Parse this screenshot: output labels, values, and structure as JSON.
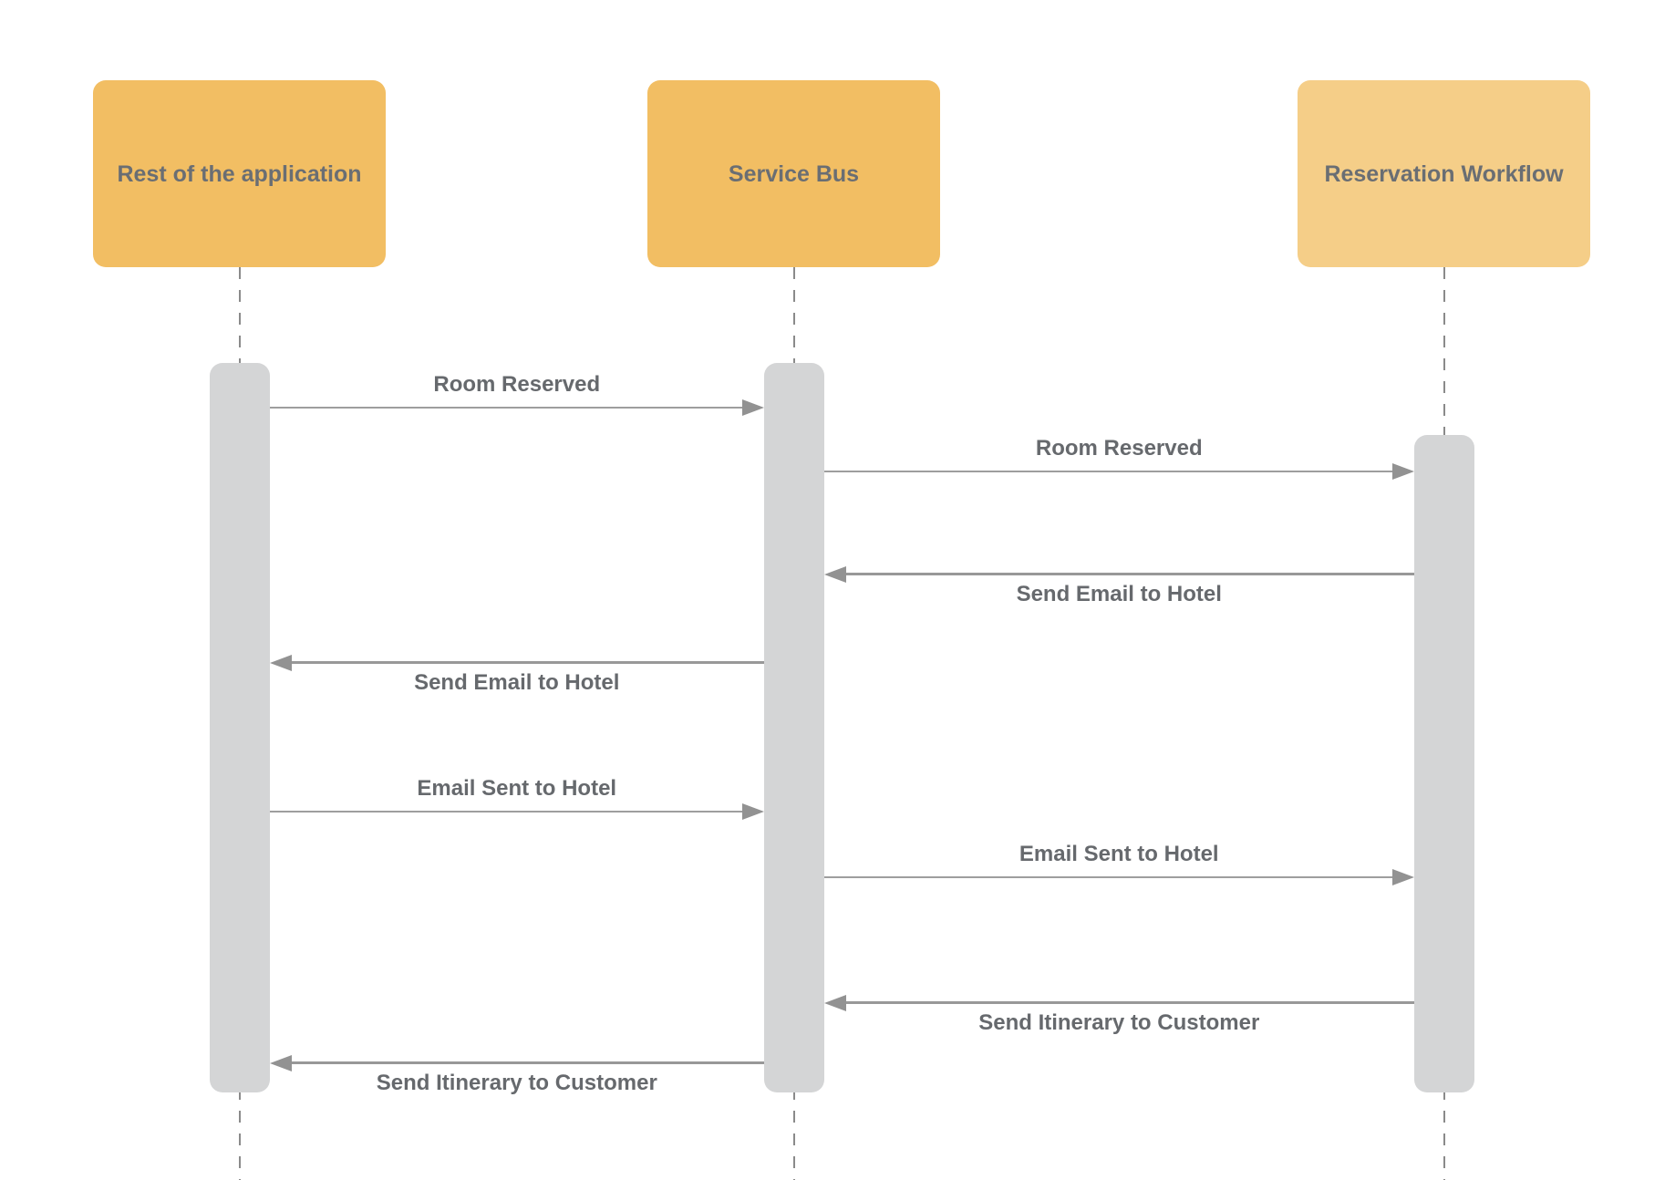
{
  "diagram": {
    "kind": "uml-sequence-diagram",
    "actors": [
      {
        "id": "rest-of-the-application",
        "label": "Rest of the application",
        "fill": "#f2be63"
      },
      {
        "id": "service-bus",
        "label": "Service Bus",
        "fill": "#f2be63"
      },
      {
        "id": "reservation-workflow",
        "label": "Reservation Workflow",
        "fill": "#f5ce88"
      }
    ],
    "messages": [
      {
        "label": "Room Reserved",
        "from": "Rest of the application",
        "to": "Service Bus",
        "direction": "right"
      },
      {
        "label": "Room Reserved",
        "from": "Service Bus",
        "to": "Reservation Workflow",
        "direction": "right"
      },
      {
        "label": "Send Email to Hotel",
        "from": "Reservation Workflow",
        "to": "Service Bus",
        "direction": "left"
      },
      {
        "label": "Send Email to Hotel",
        "from": "Service Bus",
        "to": "Rest of the application",
        "direction": "left"
      },
      {
        "label": "Email Sent to Hotel",
        "from": "Rest of the application",
        "to": "Service Bus",
        "direction": "right"
      },
      {
        "label": "Email Sent to Hotel",
        "from": "Service Bus",
        "to": "Reservation Workflow",
        "direction": "right"
      },
      {
        "label": "Send Itinerary to Customer",
        "from": "Reservation Workflow",
        "to": "Service Bus",
        "direction": "left"
      },
      {
        "label": "Send Itinerary to Customer",
        "from": "Service Bus",
        "to": "Rest of the application",
        "direction": "left"
      }
    ],
    "colors": {
      "background": "#ffffff",
      "actor_fill": "#f2be63",
      "actor_fill_light": "#f5ce88",
      "actor_text": "#6a6e73",
      "activation_fill": "#d4d5d6",
      "message_text": "#66696d",
      "message_line": "#9e9e9e",
      "arrowhead": "#929292",
      "lifeline": "#8a8a8a"
    }
  }
}
